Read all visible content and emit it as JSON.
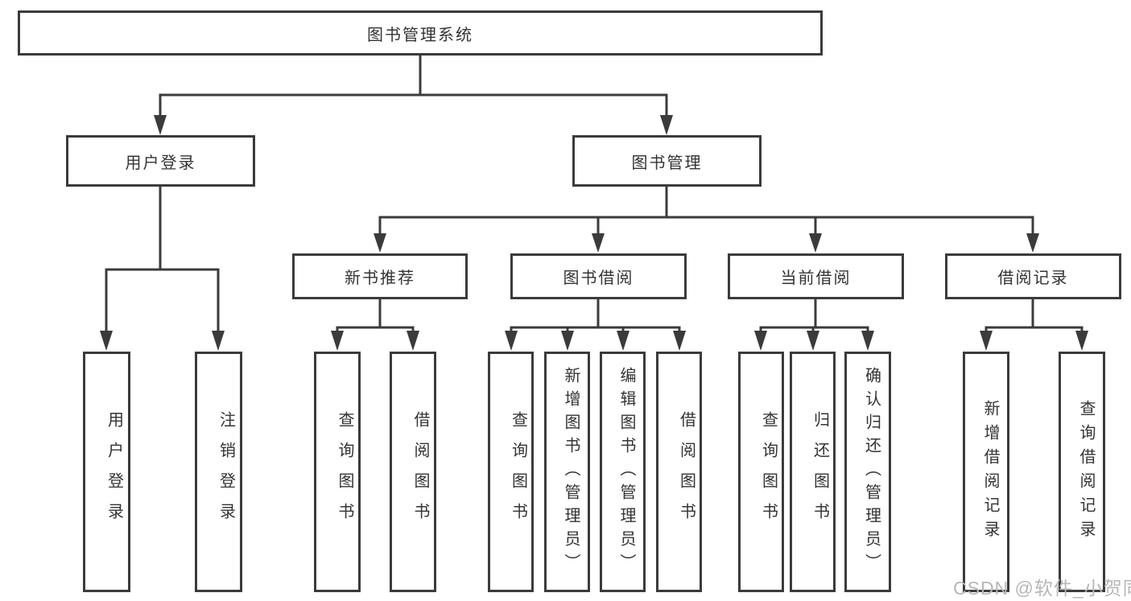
{
  "diagram": {
    "title": "图书管理系统",
    "watermark": "CSDN @软件_小贺同学",
    "colors": {
      "line": "#3b3b3b",
      "text": "#333333",
      "background": "#ffffff",
      "watermark": "#b7b7b7"
    },
    "root": {
      "label": "图书管理系统"
    },
    "level1": [
      {
        "label": "用户登录"
      },
      {
        "label": "图书管理"
      }
    ],
    "level2": [
      {
        "label": "新书推荐",
        "parent": "图书管理"
      },
      {
        "label": "图书借阅",
        "parent": "图书管理"
      },
      {
        "label": "当前借阅",
        "parent": "图书管理"
      },
      {
        "label": "借阅记录",
        "parent": "图书管理"
      }
    ],
    "leaves": [
      {
        "label": "用户登录",
        "parent": "用户登录"
      },
      {
        "label": "注销登录",
        "parent": "用户登录"
      },
      {
        "label": "查询图书",
        "parent": "新书推荐"
      },
      {
        "label": "借阅图书",
        "parent": "新书推荐"
      },
      {
        "label": "查询图书",
        "parent": "图书借阅"
      },
      {
        "label": "新增图书（管理员）",
        "parent": "图书借阅"
      },
      {
        "label": "编辑图书（管理员）",
        "parent": "图书借阅"
      },
      {
        "label": "借阅图书",
        "parent": "图书借阅"
      },
      {
        "label": "查询图书",
        "parent": "当前借阅"
      },
      {
        "label": "归还图书",
        "parent": "当前借阅"
      },
      {
        "label": "确认归还（管理员）",
        "parent": "当前借阅"
      },
      {
        "label": "新增借阅记录",
        "parent": "借阅记录"
      },
      {
        "label": "查询借阅记录",
        "parent": "借阅记录"
      }
    ]
  }
}
